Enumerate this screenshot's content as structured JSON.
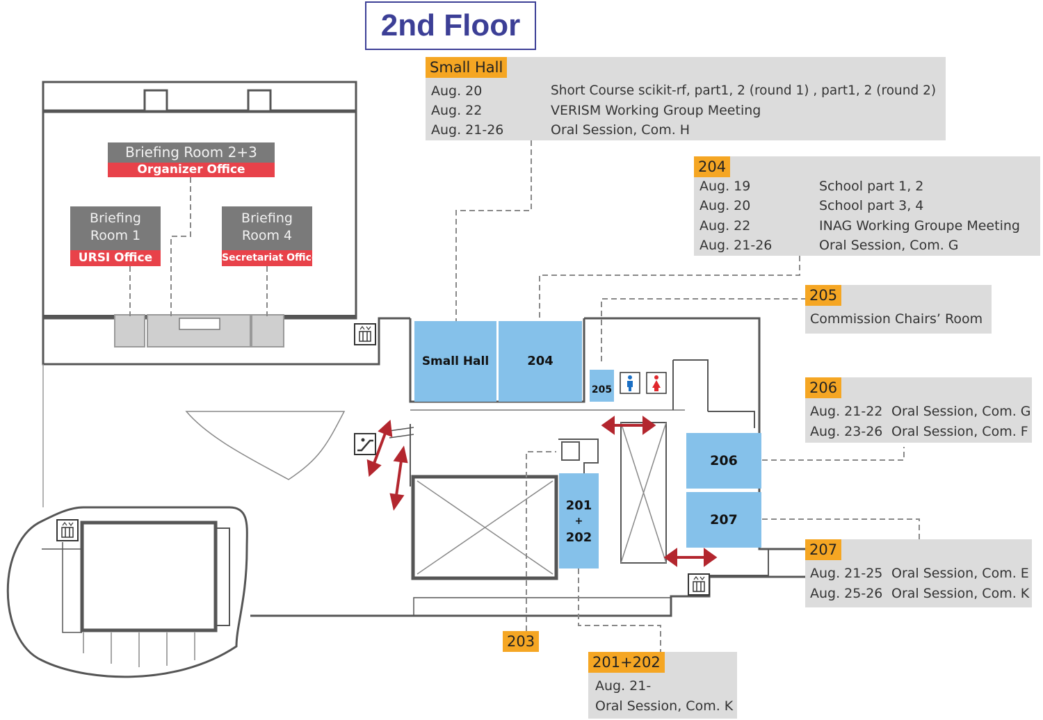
{
  "title": "2nd Floor",
  "colors": {
    "title_border": "#3c3f96",
    "tag_orange": "#f5a623",
    "panel_grey": "#dcdcdc",
    "room_blue": "#85c1ea",
    "office_red": "#e8424a",
    "arrow_red": "#b3262e"
  },
  "rooms": {
    "small_hall": "Small Hall",
    "r204": "204",
    "r205": "205",
    "r206": "206",
    "r207": "207",
    "r201": "201",
    "plus": "+",
    "r202": "202"
  },
  "briefing": {
    "room23": "Briefing Room 2+3",
    "organizer": "Organizer Office",
    "room1_l1": "Briefing",
    "room1_l2": "Room 1",
    "ursi": "URSI Office",
    "room4_l1": "Briefing",
    "room4_l2": "Room 4",
    "secretariat": "Secretariat Office"
  },
  "schedules": {
    "small_hall": {
      "tag": "Small Hall",
      "rows": [
        {
          "date": "Aug. 20",
          "event": "Short Course scikit-rf, part1, 2 (round 1) , part1, 2 (round 2)"
        },
        {
          "date": "Aug. 22",
          "event": "VERISM Working Group Meeting"
        },
        {
          "date": "Aug. 21-26",
          "event": "Oral Session, Com. H"
        }
      ]
    },
    "r204": {
      "tag": "204",
      "rows": [
        {
          "date": "Aug. 19",
          "event": "School part 1, 2"
        },
        {
          "date": "Aug. 20",
          "event": "School part 3, 4"
        },
        {
          "date": "Aug. 22",
          "event": "INAG Working Groupe Meeting"
        },
        {
          "date": "Aug. 21-26",
          "event": "Oral Session, Com. G"
        }
      ]
    },
    "r205": {
      "tag": "205",
      "text": "Commission Chairs’ Room"
    },
    "r206": {
      "tag": "206",
      "rows": [
        {
          "date": "Aug. 21-22",
          "event": "Oral Session, Com. G"
        },
        {
          "date": "Aug. 23-26",
          "event": "Oral Session, Com. F"
        }
      ]
    },
    "r207": {
      "tag": "207",
      "rows": [
        {
          "date": "Aug. 21-25",
          "event": "Oral Session, Com. E"
        },
        {
          "date": "Aug. 25-26",
          "event": "Oral Session, Com. K"
        }
      ]
    },
    "r203": {
      "tag": "203"
    },
    "r201_202": {
      "tag": "201+202",
      "line1": "Aug. 21-",
      "line2": "Oral Session, Com. K"
    }
  },
  "icons": [
    "elevator-icon",
    "escalator-icon",
    "male-restroom-icon",
    "female-restroom-icon",
    "two-way-arrow-icon"
  ]
}
